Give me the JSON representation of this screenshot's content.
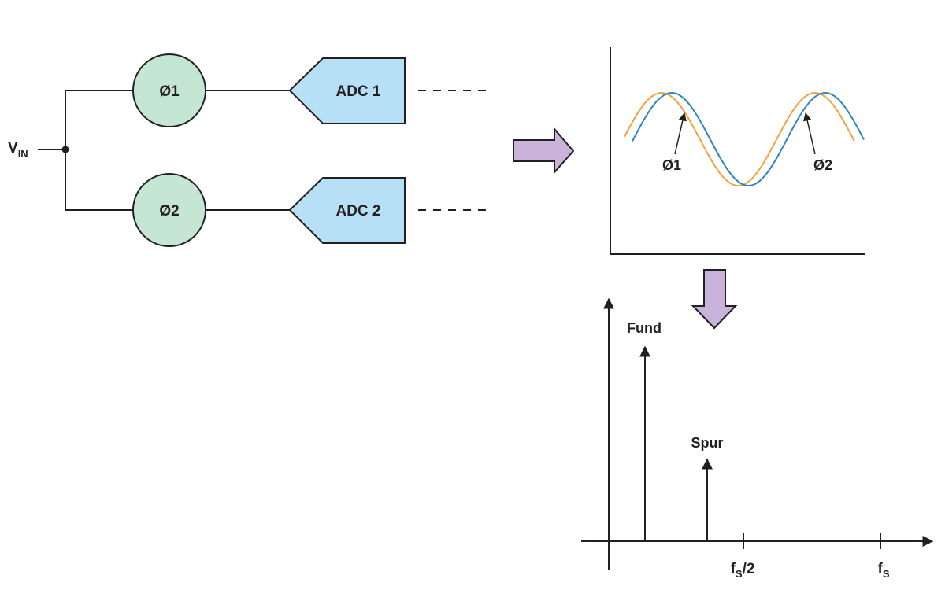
{
  "colors": {
    "phase_fill": "#c5e6d3",
    "adc_fill": "#b7e0f7",
    "arrow_fill": "#c9b3db",
    "wave_phase1": "#f5a23a",
    "wave_phase2": "#2e86c1",
    "ink": "#231f20"
  },
  "circuit": {
    "input": {
      "main": "V",
      "sub": "IN"
    },
    "phase1": "Ø1",
    "phase2": "Ø2",
    "adc1": "ADC 1",
    "adc2": "ADC 2"
  },
  "waveform": {
    "label1": "Ø1",
    "label2": "Ø2"
  },
  "spectrum": {
    "fund": "Fund",
    "spur": "Spur",
    "tick_half": {
      "main": "f",
      "sub": "S",
      "suffix": "/2"
    },
    "tick_full": {
      "main": "f",
      "sub": "S"
    }
  }
}
